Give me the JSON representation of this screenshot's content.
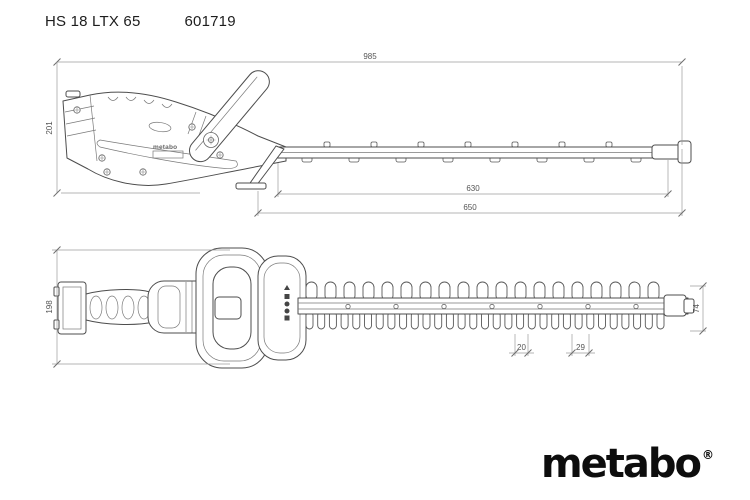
{
  "header": {
    "model": "HS 18 LTX 65",
    "article_number": "601719"
  },
  "side_view": {
    "machine_marking": "metabo",
    "dims": {
      "overall_length": "985",
      "height": "201",
      "cutting_length": "630",
      "blade_length": "650"
    }
  },
  "top_view": {
    "dims": {
      "overall_width": "198",
      "tooth_opening": "20",
      "tooth_pitch": "29",
      "blade_width": "74"
    },
    "pictograms": [
      "safety-pictogram",
      "safety-pictogram",
      "safety-pictogram",
      "safety-pictogram",
      "safety-pictogram"
    ]
  },
  "logo": {
    "text": "metabo",
    "registered": "®"
  }
}
